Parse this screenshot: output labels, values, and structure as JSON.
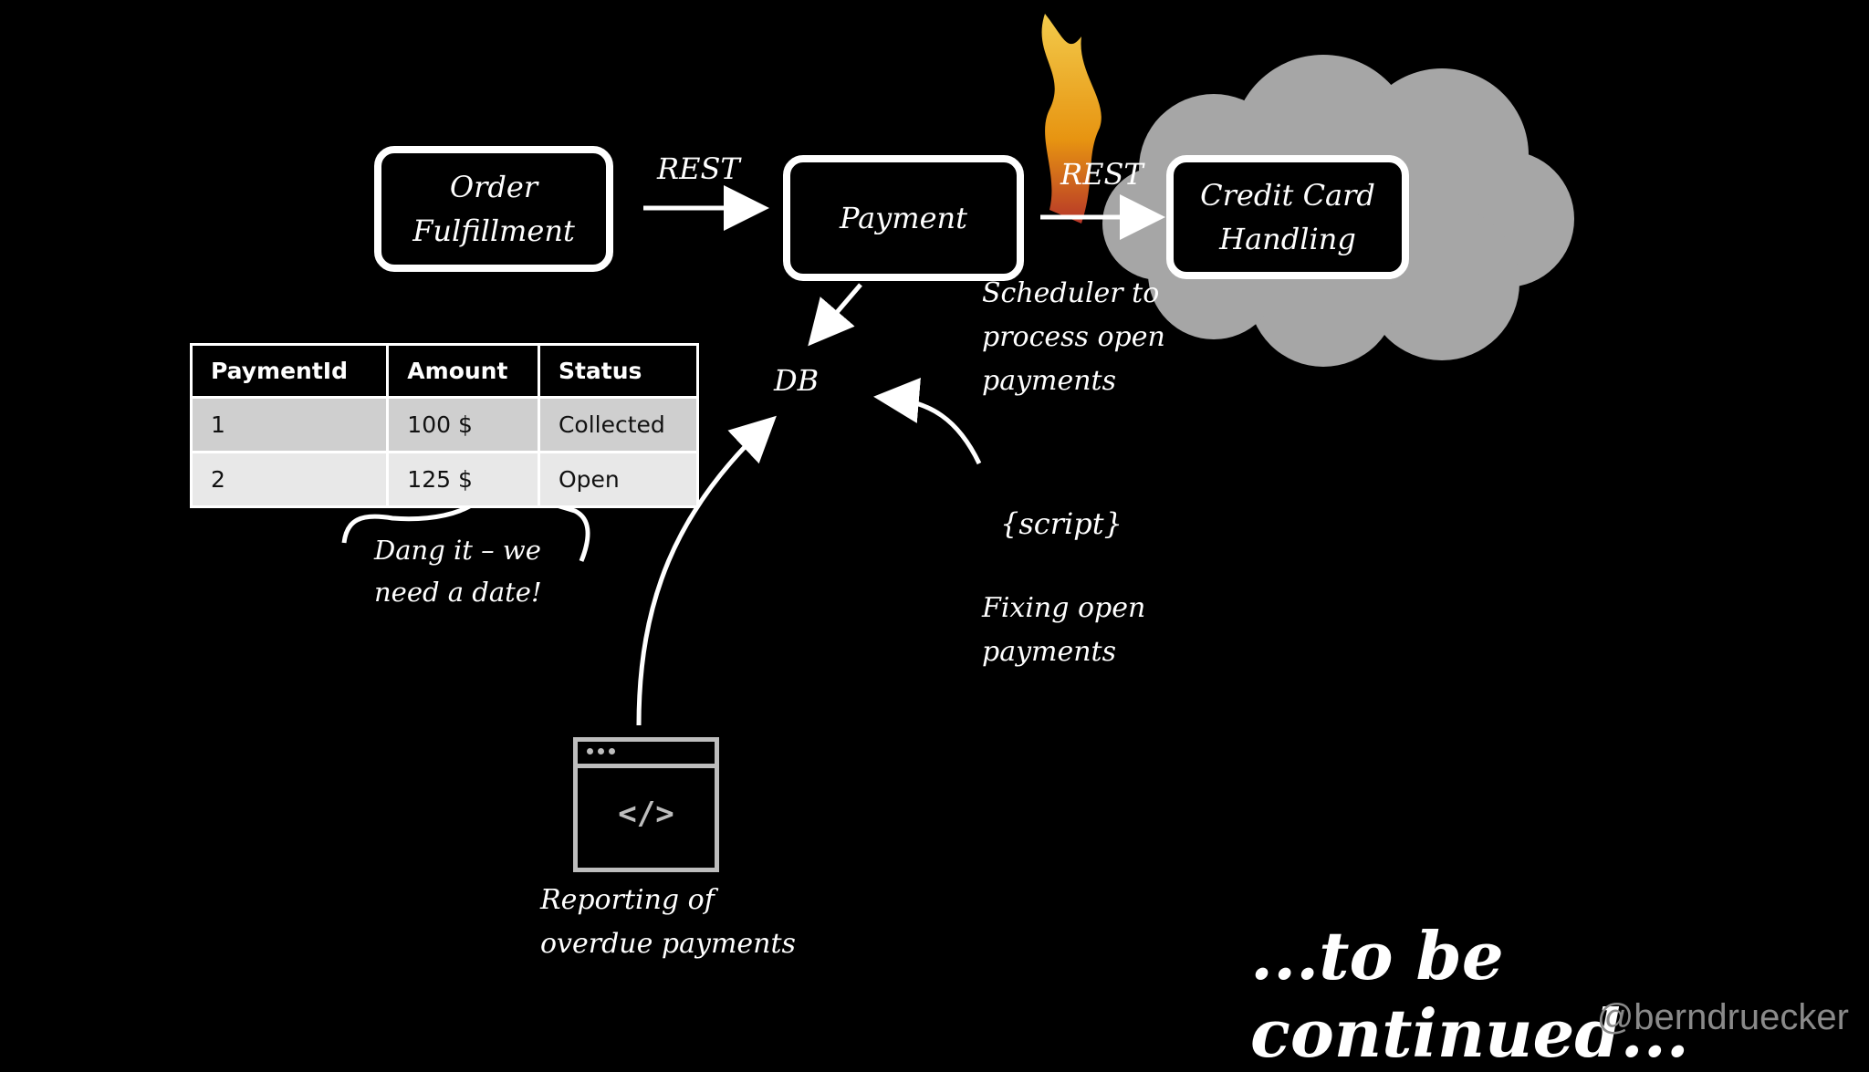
{
  "nodes": {
    "order_fulfillment": "Order\nFulfillment",
    "payment": "Payment",
    "credit_card": "Credit Card\nHandling",
    "db": "DB"
  },
  "edges": {
    "rest_1": "REST",
    "rest_2": "REST"
  },
  "annotations": {
    "scheduler": "Scheduler to\nprocess open\npayments",
    "script": "{script}",
    "fixing": "Fixing open\npayments",
    "dang": "Dang it – we\nneed a date!",
    "reporting": "Reporting of\noverdue payments",
    "continued": "...to be continued..."
  },
  "code_icon_glyph": "</>",
  "table": {
    "headers": [
      "PaymentId",
      "Amount",
      "Status"
    ],
    "rows": [
      [
        "1",
        "100 $",
        "Collected"
      ],
      [
        "2",
        "125 $",
        "Open"
      ]
    ]
  },
  "watermark": "@berndruecker",
  "colors": {
    "background": "#000000",
    "cloud": "#a6a6a6",
    "row1": "#cfcfcf",
    "row2": "#e8e8e8",
    "watermark": "#8a8a8a",
    "flame": "#f39c12"
  }
}
